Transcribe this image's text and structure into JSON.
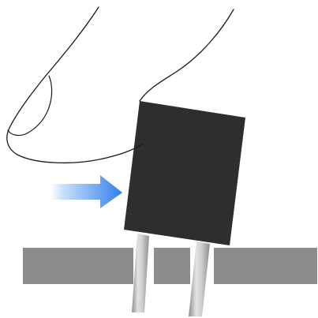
{
  "diagram": {
    "colors": {
      "background": "#ffffff",
      "board": "#8c8c8c",
      "component_body": "#2e2e2e",
      "lead_light": "#d6d6d6",
      "lead_mid": "#b3b3b3",
      "lead_dark": "#8f8f8f",
      "arrow_start": "#ffffff",
      "arrow_end": "#2f80ed",
      "finger_outline": "#1a1a1a",
      "finger_fill": "#ffffff"
    },
    "elements": {
      "finger": "finger-outline",
      "arrow": "push-arrow",
      "component": "component-body",
      "leads": [
        "lead-left",
        "lead-right"
      ],
      "board_segments": [
        "board-left",
        "board-middle",
        "board-right"
      ]
    }
  }
}
